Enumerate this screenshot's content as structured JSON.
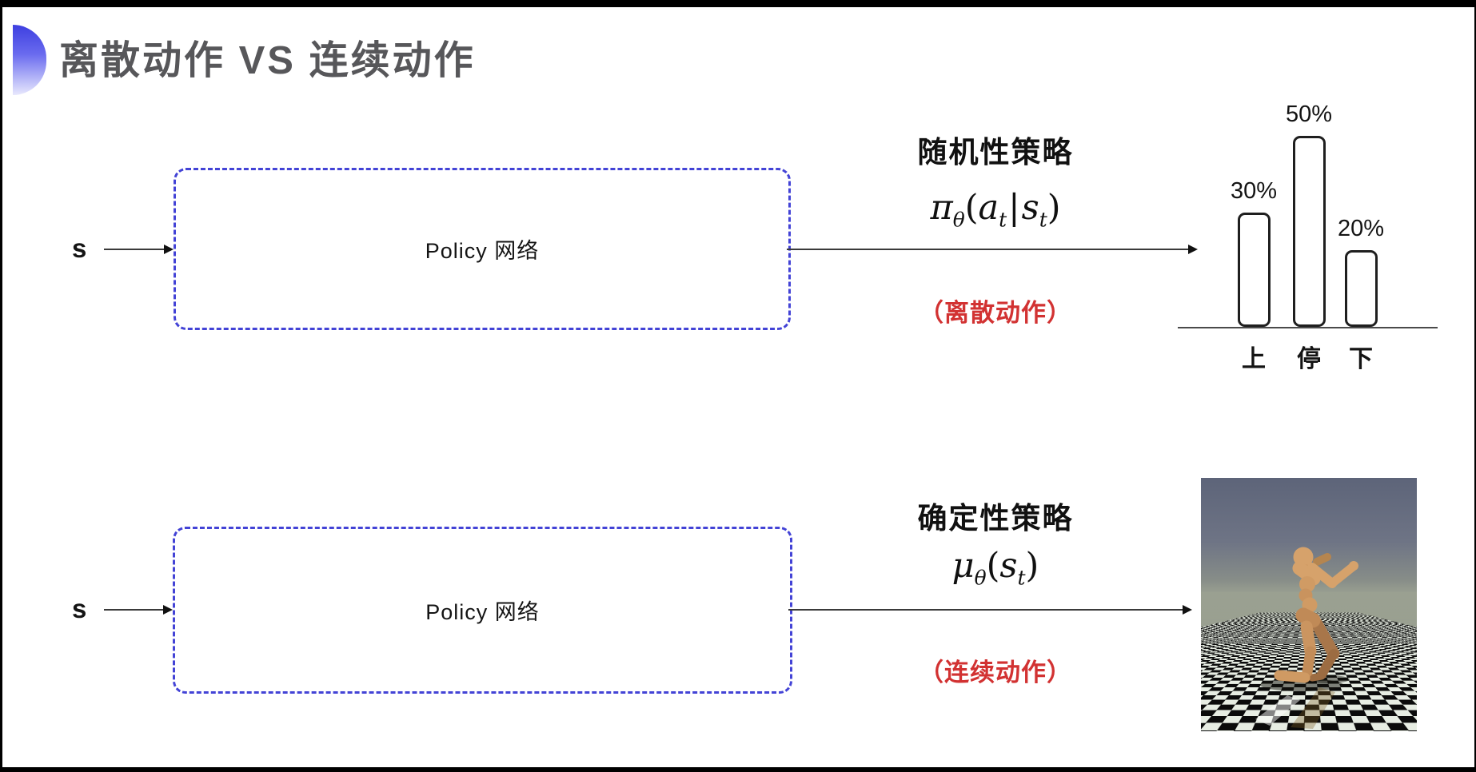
{
  "slide": {
    "title": "离散动作 VS 连续动作"
  },
  "colors": {
    "accent_blue": "#4343d6",
    "note_red": "#d23232",
    "title_gray": "#57575a",
    "ink": "#141414"
  },
  "rows": [
    {
      "input_label": "s",
      "box_label": "Policy 网络",
      "policy_type": "随机性策略",
      "formula": {
        "symbol": "π",
        "symbol_sub": "θ",
        "lparen": "(",
        "arg1": "a",
        "arg1_sub": "t",
        "pipe": "|",
        "arg2": "s",
        "arg2_sub": "t",
        "rparen": ")"
      },
      "action_note": "（离散动作）"
    },
    {
      "input_label": "s",
      "box_label": "Policy 网络",
      "policy_type": "确定性策略",
      "formula": {
        "symbol": "μ",
        "symbol_sub": "θ",
        "lparen": "(",
        "arg1": "s",
        "arg1_sub": "t",
        "rparen": ")"
      },
      "action_note": "（连续动作）"
    }
  ],
  "chart_data": {
    "type": "bar",
    "categories": [
      "上",
      "停",
      "下"
    ],
    "values": [
      30,
      50,
      20
    ],
    "value_labels": [
      "30%",
      "50%",
      "20%"
    ],
    "title": "",
    "xlabel": "",
    "ylabel": "",
    "ylim": [
      0,
      55
    ],
    "grid": false,
    "legend": false,
    "bar_style": "white-fill-black-outline-rounded"
  }
}
